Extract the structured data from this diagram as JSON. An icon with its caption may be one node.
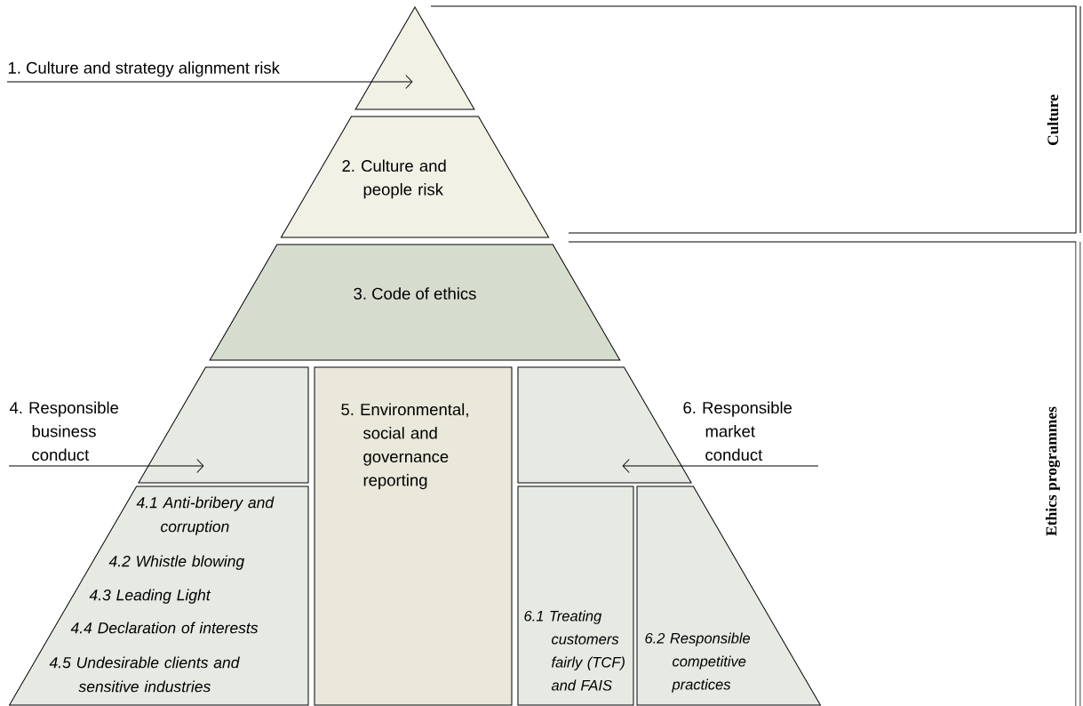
{
  "diagram": {
    "nodes": [
      {
        "text": [
          "1. Culture and strategy alignment risk"
        ]
      },
      {
        "text": [],
        "shape": "triangle"
      },
      {
        "text": [
          "2. Culture and people risk"
        ]
      },
      {
        "text": [
          "3. Code of ethics"
        ]
      },
      {
        "text": [
          "4. Responsible business conduct"
        ]
      },
      {
        "text": [],
        "shape": "trapezoid"
      },
      {
        "text": [
          "4.1 Anti-bribery and corruption",
          "4.2 Whistle blowing",
          "4.3 Leading Light",
          "4.4 Declaration of interests",
          "4.5 Undesirable clients and sensitive industries"
        ]
      },
      {
        "text": [
          "5. Environmental, social and governance reporting"
        ]
      },
      {
        "text": [],
        "shape": "trapezoid"
      },
      {
        "text": [
          "6.1 Treating customers fairly (TCF) and FAIS"
        ]
      },
      {
        "text": [
          "6.2 Responsible competitive practices"
        ]
      },
      {
        "text": [
          "6. Responsible market conduct"
        ]
      }
    ],
    "edges": [
      {
        "from": 0,
        "to": 1,
        "arrow": "to"
      },
      {
        "from": 4,
        "to": 5,
        "arrow": "to"
      },
      {
        "from": 11,
        "to": 8,
        "arrow": "to"
      }
    ],
    "labels": [
      "Culture",
      "Ethics programmes"
    ]
  }
}
